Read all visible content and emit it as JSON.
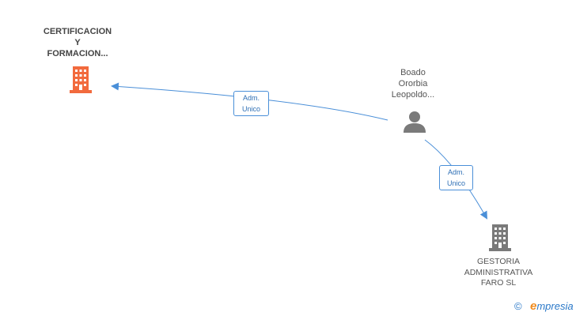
{
  "nodes": {
    "company_main": {
      "label": "CERTIFICACION\nY\nFORMACION...",
      "icon": "building-icon",
      "color": "#f26a3d"
    },
    "person": {
      "label": "Boado\nOrorbia\nLeopoldo...",
      "icon": "person-icon",
      "color": "#7a7a7a"
    },
    "company_other": {
      "label": "GESTORIA\nADMINISTRATIVA\nFARO SL",
      "icon": "building-icon",
      "color": "#7a7a7a"
    }
  },
  "edges": [
    {
      "from": "person",
      "to": "company_main",
      "role": "Adm.\nUnico"
    },
    {
      "from": "person",
      "to": "company_other",
      "role": "Adm.\nUnico"
    }
  ],
  "edge_color": "#4a8fd8",
  "footer": {
    "copyright_symbol": "©",
    "brand_first_letter": "e",
    "brand_rest": "mpresia"
  }
}
